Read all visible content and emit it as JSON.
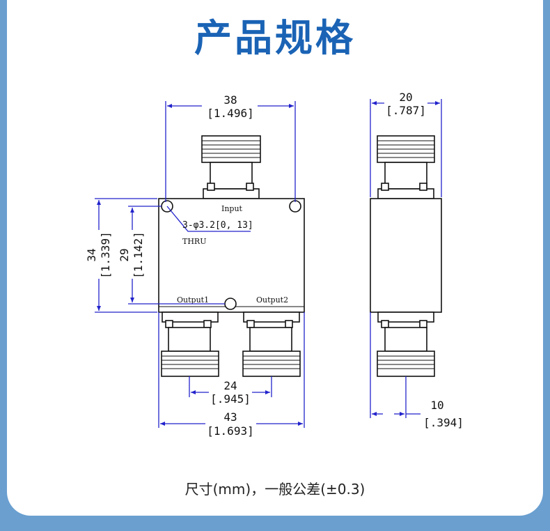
{
  "title": "产品规格",
  "caption": "尺寸(mm)，一般公差(±0.3)",
  "drawing": {
    "dim_top_width": "38",
    "dim_top_width_in": "[1.496]",
    "dim_side_width": "20",
    "dim_side_width_in": "[.787]",
    "dim_height": "34",
    "dim_height_in": "[1.339]",
    "dim_hole_spacing": "29",
    "dim_hole_spacing_in": "[1.142]",
    "dim_output_spacing": "24",
    "dim_output_spacing_in": "[.945]",
    "dim_overall_width": "43",
    "dim_overall_width_in": "[1.693]",
    "dim_side_offset": "10",
    "dim_side_offset_in": "[.394]",
    "hole_note": "3-φ3.2[0, 13]",
    "hole_note_thru": "THRU",
    "label_input": "Input",
    "label_output1": "Output1",
    "label_output2": "Output2"
  }
}
